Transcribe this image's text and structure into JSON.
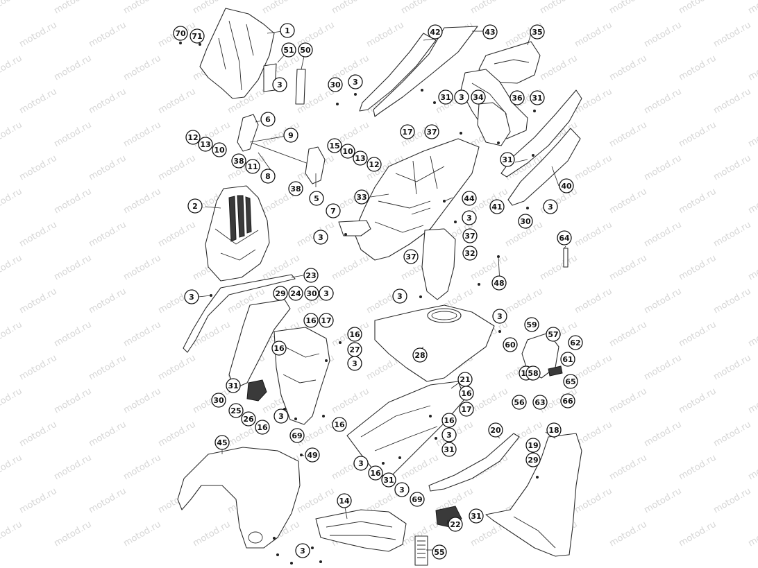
{
  "watermark": "motod.ru",
  "callouts": [
    {
      "id": "c70",
      "label": "70"
    },
    {
      "id": "c71",
      "label": "71"
    },
    {
      "id": "c1",
      "label": "1"
    },
    {
      "id": "c51",
      "label": "51"
    },
    {
      "id": "c50",
      "label": "50"
    },
    {
      "id": "c3a",
      "label": "3"
    },
    {
      "id": "c6",
      "label": "6"
    },
    {
      "id": "c12a",
      "label": "12"
    },
    {
      "id": "c13a",
      "label": "13"
    },
    {
      "id": "c10a",
      "label": "10"
    },
    {
      "id": "c9",
      "label": "9"
    },
    {
      "id": "c38a",
      "label": "38"
    },
    {
      "id": "c11",
      "label": "11"
    },
    {
      "id": "c8",
      "label": "8"
    },
    {
      "id": "c15",
      "label": "15"
    },
    {
      "id": "c10b",
      "label": "10"
    },
    {
      "id": "c13b",
      "label": "13"
    },
    {
      "id": "c12b",
      "label": "12"
    },
    {
      "id": "c38b",
      "label": "38"
    },
    {
      "id": "c5",
      "label": "5"
    },
    {
      "id": "c2",
      "label": "2"
    },
    {
      "id": "c42",
      "label": "42"
    },
    {
      "id": "c43",
      "label": "43"
    },
    {
      "id": "c35",
      "label": "35"
    },
    {
      "id": "c30a",
      "label": "30"
    },
    {
      "id": "c3b",
      "label": "3"
    },
    {
      "id": "c31a",
      "label": "31"
    },
    {
      "id": "c3c",
      "label": "3"
    },
    {
      "id": "c34",
      "label": "34"
    },
    {
      "id": "c36",
      "label": "36"
    },
    {
      "id": "c31b",
      "label": "31"
    },
    {
      "id": "c17a",
      "label": "17"
    },
    {
      "id": "c37a",
      "label": "37"
    },
    {
      "id": "c33",
      "label": "33"
    },
    {
      "id": "c31c",
      "label": "31"
    },
    {
      "id": "c44",
      "label": "44"
    },
    {
      "id": "c40",
      "label": "40"
    },
    {
      "id": "c7",
      "label": "7"
    },
    {
      "id": "c3d",
      "label": "3"
    },
    {
      "id": "c41",
      "label": "41"
    },
    {
      "id": "c3e",
      "label": "3"
    },
    {
      "id": "c30b",
      "label": "30"
    },
    {
      "id": "c3f",
      "label": "3"
    },
    {
      "id": "c37b",
      "label": "37"
    },
    {
      "id": "c64",
      "label": "64"
    },
    {
      "id": "c37c",
      "label": "37"
    },
    {
      "id": "c32",
      "label": "32"
    },
    {
      "id": "c48",
      "label": "48"
    },
    {
      "id": "c23",
      "label": "23"
    },
    {
      "id": "c3g",
      "label": "3"
    },
    {
      "id": "c29a",
      "label": "29"
    },
    {
      "id": "c24",
      "label": "24"
    },
    {
      "id": "c30c",
      "label": "30"
    },
    {
      "id": "c3h",
      "label": "3"
    },
    {
      "id": "c3i",
      "label": "3"
    },
    {
      "id": "c3j",
      "label": "3"
    },
    {
      "id": "c16a",
      "label": "16"
    },
    {
      "id": "c17b",
      "label": "17"
    },
    {
      "id": "c16b",
      "label": "16"
    },
    {
      "id": "c16c",
      "label": "16"
    },
    {
      "id": "c27",
      "label": "27"
    },
    {
      "id": "c3k",
      "label": "3"
    },
    {
      "id": "c28",
      "label": "28"
    },
    {
      "id": "c59",
      "label": "59"
    },
    {
      "id": "c57",
      "label": "57"
    },
    {
      "id": "c60",
      "label": "60"
    },
    {
      "id": "c62",
      "label": "62"
    },
    {
      "id": "c61",
      "label": "61"
    },
    {
      "id": "c12c",
      "label": "12"
    },
    {
      "id": "c58",
      "label": "58"
    },
    {
      "id": "c65",
      "label": "65"
    },
    {
      "id": "c56",
      "label": "56"
    },
    {
      "id": "c63",
      "label": "63"
    },
    {
      "id": "c66",
      "label": "66"
    },
    {
      "id": "c31d",
      "label": "31"
    },
    {
      "id": "c30d",
      "label": "30"
    },
    {
      "id": "c25",
      "label": "25"
    },
    {
      "id": "c26",
      "label": "26"
    },
    {
      "id": "c16d",
      "label": "16"
    },
    {
      "id": "c3l",
      "label": "3"
    },
    {
      "id": "c69a",
      "label": "69"
    },
    {
      "id": "c16e",
      "label": "16"
    },
    {
      "id": "c21",
      "label": "21"
    },
    {
      "id": "c16f",
      "label": "16"
    },
    {
      "id": "c17c",
      "label": "17"
    },
    {
      "id": "c16g",
      "label": "16"
    },
    {
      "id": "c3m",
      "label": "3"
    },
    {
      "id": "c31e",
      "label": "31"
    },
    {
      "id": "c20",
      "label": "20"
    },
    {
      "id": "c18",
      "label": "18"
    },
    {
      "id": "c19",
      "label": "19"
    },
    {
      "id": "c29b",
      "label": "29"
    },
    {
      "id": "c45",
      "label": "45"
    },
    {
      "id": "c49",
      "label": "49"
    },
    {
      "id": "c3n",
      "label": "3"
    },
    {
      "id": "c16h",
      "label": "16"
    },
    {
      "id": "c31f",
      "label": "31"
    },
    {
      "id": "c3o",
      "label": "3"
    },
    {
      "id": "c69b",
      "label": "69"
    },
    {
      "id": "c14",
      "label": "14"
    },
    {
      "id": "c22",
      "label": "22"
    },
    {
      "id": "c31g",
      "label": "31"
    },
    {
      "id": "c3p",
      "label": "3"
    },
    {
      "id": "c55",
      "label": "55"
    }
  ]
}
